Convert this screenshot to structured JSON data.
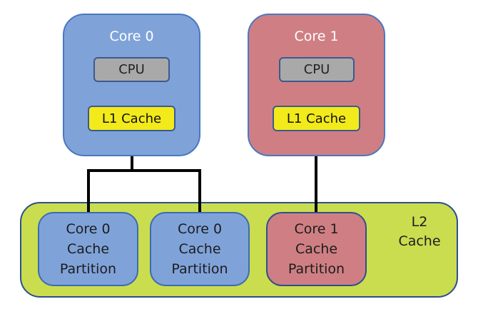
{
  "cores": [
    {
      "title": "Core 0",
      "cpu_label": "CPU",
      "l1_label": "L1 Cache",
      "color": "#7fa3d9"
    },
    {
      "title": "Core 1",
      "cpu_label": "CPU",
      "l1_label": "L1 Cache",
      "color": "#cf7f83"
    }
  ],
  "l2": {
    "label_line1": "L2",
    "label_line2": "Cache",
    "color": "#cadd4f",
    "partitions": [
      {
        "line1": "Core 0",
        "line2": "Cache",
        "line3": "Partition"
      },
      {
        "line1": "Core 0",
        "line2": "Cache",
        "line3": "Partition"
      },
      {
        "line1": "Core 1",
        "line2": "Cache",
        "line3": "Partition"
      }
    ]
  },
  "colors": {
    "cpu": "#a9a9a9",
    "l1": "#f2ea1a",
    "border": "#4a78c0"
  }
}
